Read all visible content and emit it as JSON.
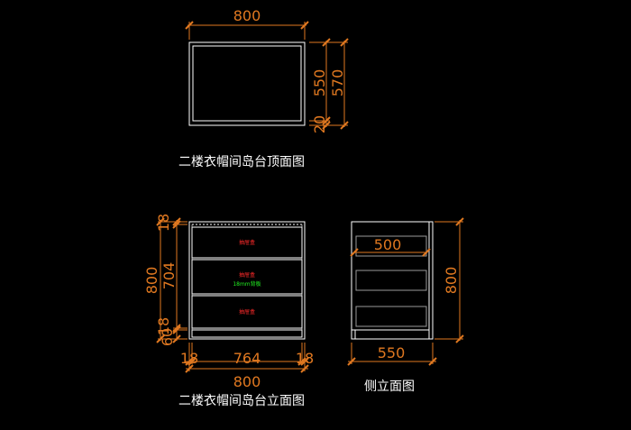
{
  "top_view": {
    "title": "二楼衣帽间岛台顶面图",
    "width_dim": "800",
    "depth_dim": "550",
    "total_depth_dim": "570",
    "back_dim": "20"
  },
  "front_view": {
    "title": "二楼衣帽间岛台立面图",
    "height_dim": "800",
    "inner_height_dim": "704",
    "top_dim": "18",
    "bottom_dim_a": "18",
    "bottom_dim_b": "60",
    "left_side_dim": "18",
    "inner_width_dim": "764",
    "right_side_dim": "18",
    "total_width_dim": "800",
    "drawers": [
      {
        "label": "抽屉盒"
      },
      {
        "label": "抽屉盒",
        "note": "18mm背板"
      },
      {
        "label": "抽屉盒"
      }
    ]
  },
  "side_view": {
    "title": "侧立面图",
    "drawer_depth_dim": "500",
    "height_dim": "800",
    "depth_dim": "550"
  },
  "colors": {
    "background": "#000000",
    "dimension": "#e07820",
    "outline": "#ffffff",
    "drawer_label": "#ff2a2a",
    "note": "#22ee22"
  }
}
